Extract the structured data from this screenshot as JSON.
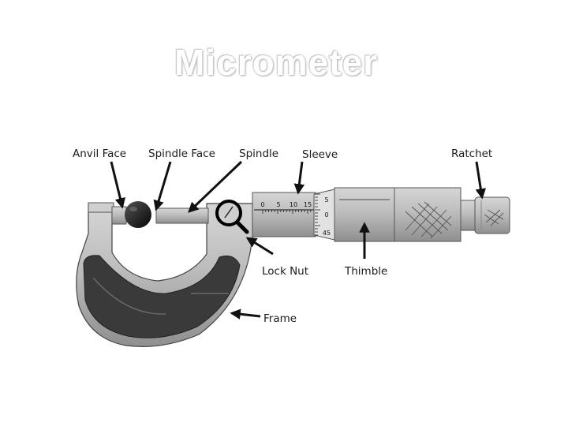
{
  "title": "Micrometer",
  "labels": {
    "anvil_face": "Anvil Face",
    "spindle_face": "Spindle Face",
    "spindle": "Spindle",
    "sleeve": "Sleeve",
    "ratchet": "Ratchet",
    "lock_nut": "Lock Nut",
    "thimble": "Thimble",
    "frame": "Frame"
  },
  "sleeve_scale": [
    "0",
    "5",
    "10",
    "15"
  ],
  "thimble_scale": [
    "5",
    "0",
    "45"
  ],
  "colors": {
    "frame_grip": "#3a3a3a",
    "metal": "#b4b4b4",
    "arrow": "#111111"
  }
}
